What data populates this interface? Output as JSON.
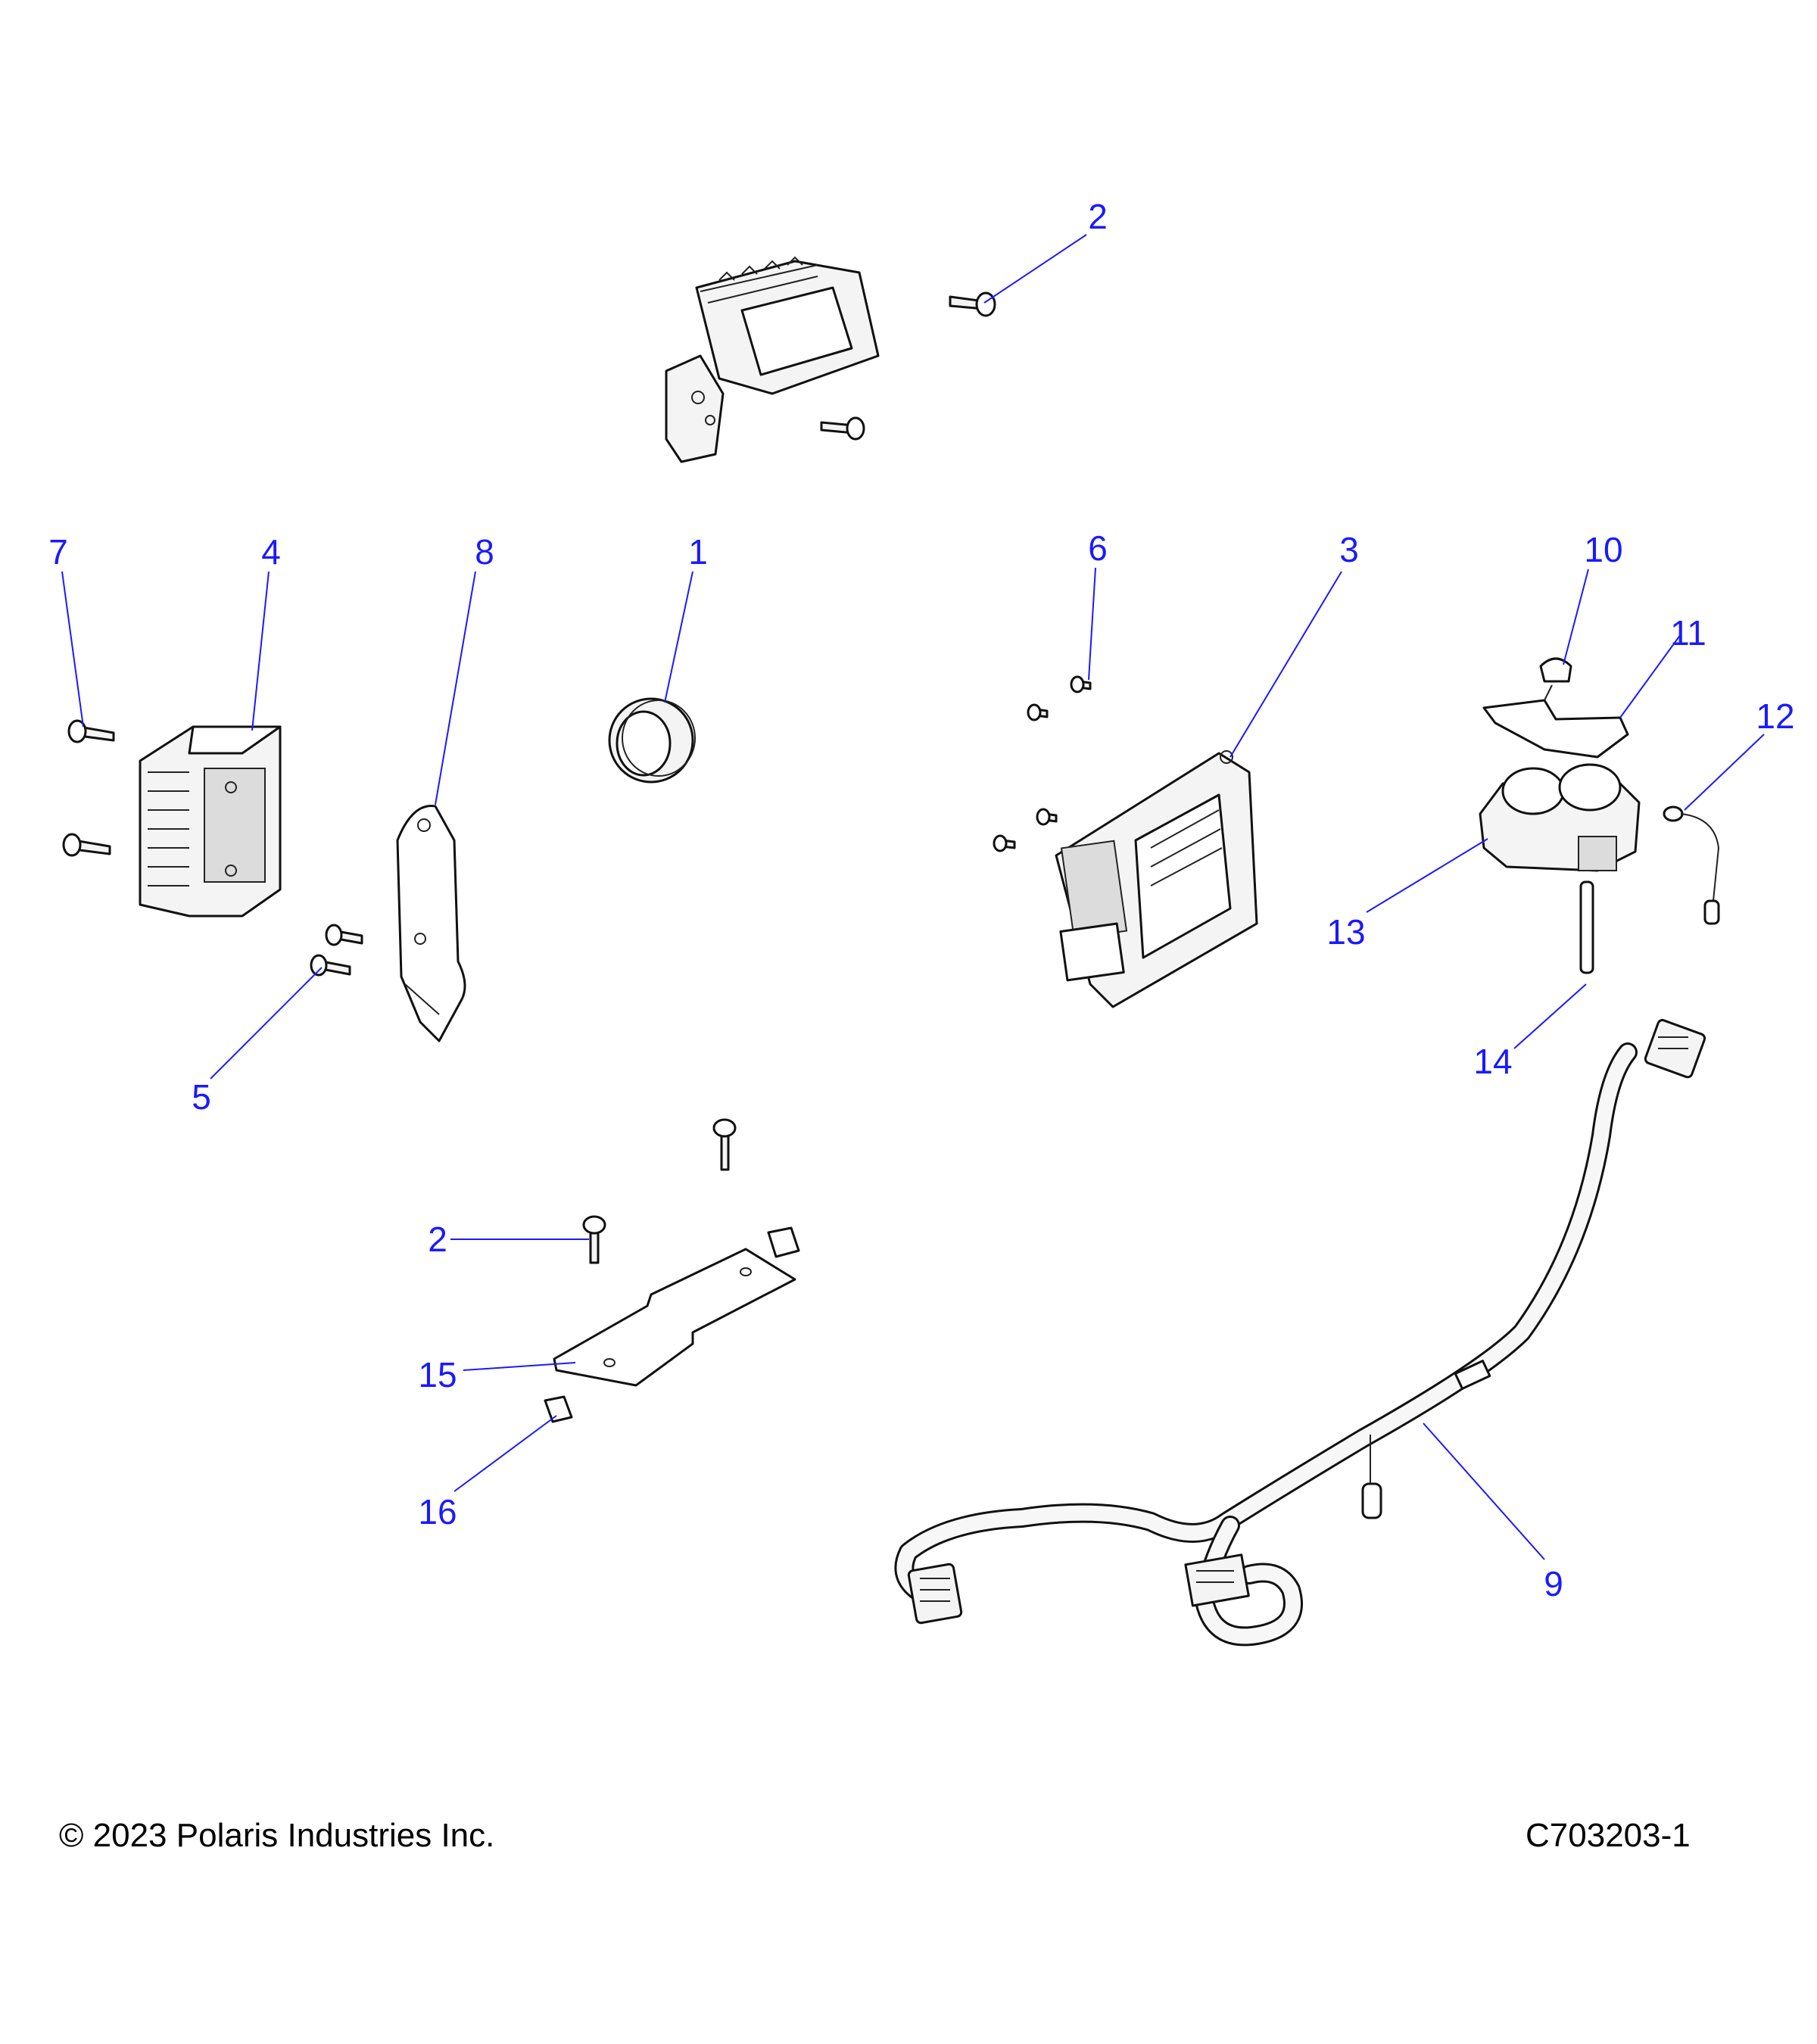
{
  "callouts": [
    {
      "id": "c1",
      "label": "1"
    },
    {
      "id": "c2a",
      "label": "2"
    },
    {
      "id": "c2b",
      "label": "2"
    },
    {
      "id": "c3",
      "label": "3"
    },
    {
      "id": "c4",
      "label": "4"
    },
    {
      "id": "c5",
      "label": "5"
    },
    {
      "id": "c6",
      "label": "6"
    },
    {
      "id": "c7",
      "label": "7"
    },
    {
      "id": "c8",
      "label": "8"
    },
    {
      "id": "c9",
      "label": "9"
    },
    {
      "id": "c10",
      "label": "10"
    },
    {
      "id": "c11",
      "label": "11"
    },
    {
      "id": "c12",
      "label": "12"
    },
    {
      "id": "c13",
      "label": "13"
    },
    {
      "id": "c14",
      "label": "14"
    },
    {
      "id": "c15",
      "label": "15"
    },
    {
      "id": "c16",
      "label": "16"
    }
  ],
  "footer": {
    "copyright": "© 2023 Polaris Industries Inc.",
    "diagram_id": "C703203-1"
  },
  "colors": {
    "callout": "#1a1aff",
    "line_art": "#111111",
    "background": "#ffffff"
  }
}
